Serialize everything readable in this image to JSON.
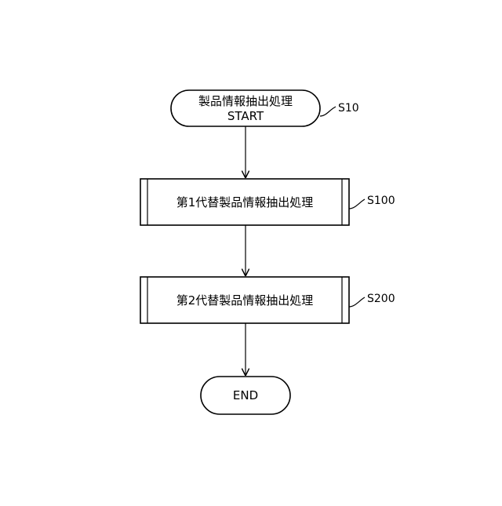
{
  "flowchart": {
    "start": {
      "line1": "製品情報抽出処理",
      "line2": "START",
      "step": "S10"
    },
    "process1": {
      "label": "第1代替製品情報抽出処理",
      "step": "S100"
    },
    "process2": {
      "label": "第2代替製品情報抽出処理",
      "step": "S200"
    },
    "end": {
      "label": "END"
    }
  }
}
